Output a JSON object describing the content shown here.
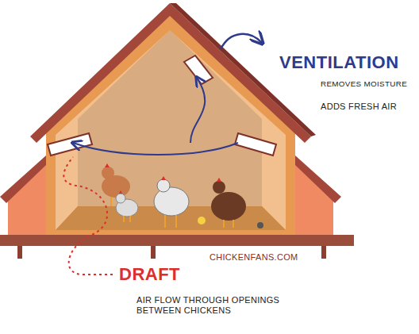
{
  "diagram": {
    "labels": [
      "VENTILATION",
      "REMOVES MOISTURE",
      "ADDS FRESH AIR",
      "DRAFT",
      "AIR FLOW THROUGH OPENINGS BETWEEN CHICKENS",
      "CHICKENFANS.COM"
    ]
  }
}
